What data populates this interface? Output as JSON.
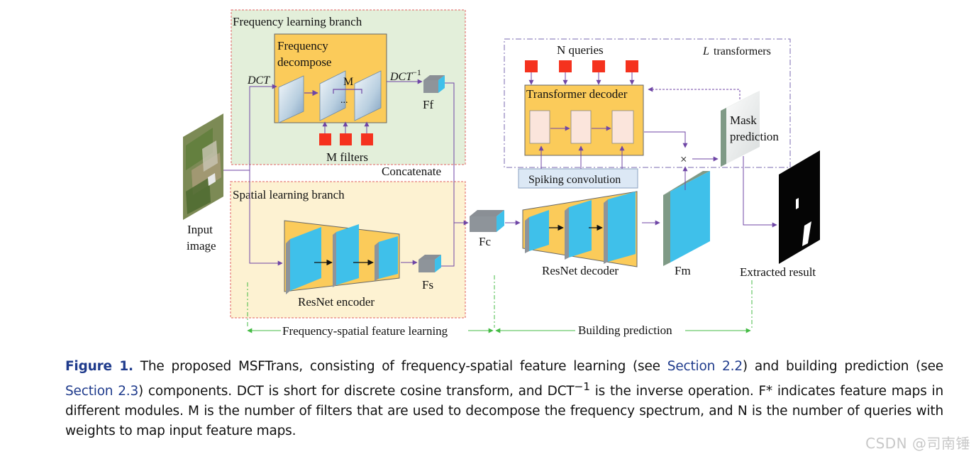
{
  "diagram": {
    "frequency_branch": {
      "title": "Frequency learning branch",
      "decompose_label_1": "Frequency",
      "decompose_label_2": "decompose",
      "dct": "DCT",
      "idct": "DCT",
      "idct_sup": "−1",
      "m_label": "M",
      "dots": "...",
      "filters_label": "M filters",
      "ff": "Ff"
    },
    "concatenate": "Concatenate",
    "spatial_branch": {
      "title": "Spatial learning branch",
      "encoder_label": "ResNet encoder",
      "fs": "Fs"
    },
    "input": {
      "line1": "Input",
      "line2": "image"
    },
    "fc": "Fc",
    "transformer": {
      "queries": "N queries",
      "l_symbol": "L",
      "l_text": "transformers",
      "decoder": "Transformer decoder",
      "multiply": "×",
      "mask_1": "Mask",
      "mask_2": "prediction"
    },
    "spiking": "Spiking  convolution",
    "resnet_decoder": "ResNet decoder",
    "fm": "Fm",
    "result": "Extracted result",
    "bottom_left": "Frequency-spatial feature learning",
    "bottom_right": "Building prediction",
    "colors": {
      "freq_fill": "#e3efda",
      "spatial_fill": "#fdf2d2",
      "block_orange": "#fbcb5a",
      "feature_blue": "#3fc0ea",
      "query_red": "#f5321e",
      "arrow_purple": "#6f46a6",
      "guide_green": "#44bb44"
    }
  },
  "caption": {
    "figure_label": "Figure 1.",
    "text_1": " The proposed MSFTrans, consisting of frequency-spatial feature learning (see ",
    "link_1": "Section 2.2",
    "text_2": ") and building prediction (see ",
    "link_2": "Section 2.3",
    "text_3": ") components. DCT is short for discrete cosine transform, and DCT",
    "text_3_sup": "−1",
    "text_4": " is the inverse operation. F* indicates feature maps in different modules. M is the number of filters that are used to decompose the frequency spectrum, and N is the number of queries with weights to map input feature maps."
  },
  "watermark": "CSDN @司南锤"
}
